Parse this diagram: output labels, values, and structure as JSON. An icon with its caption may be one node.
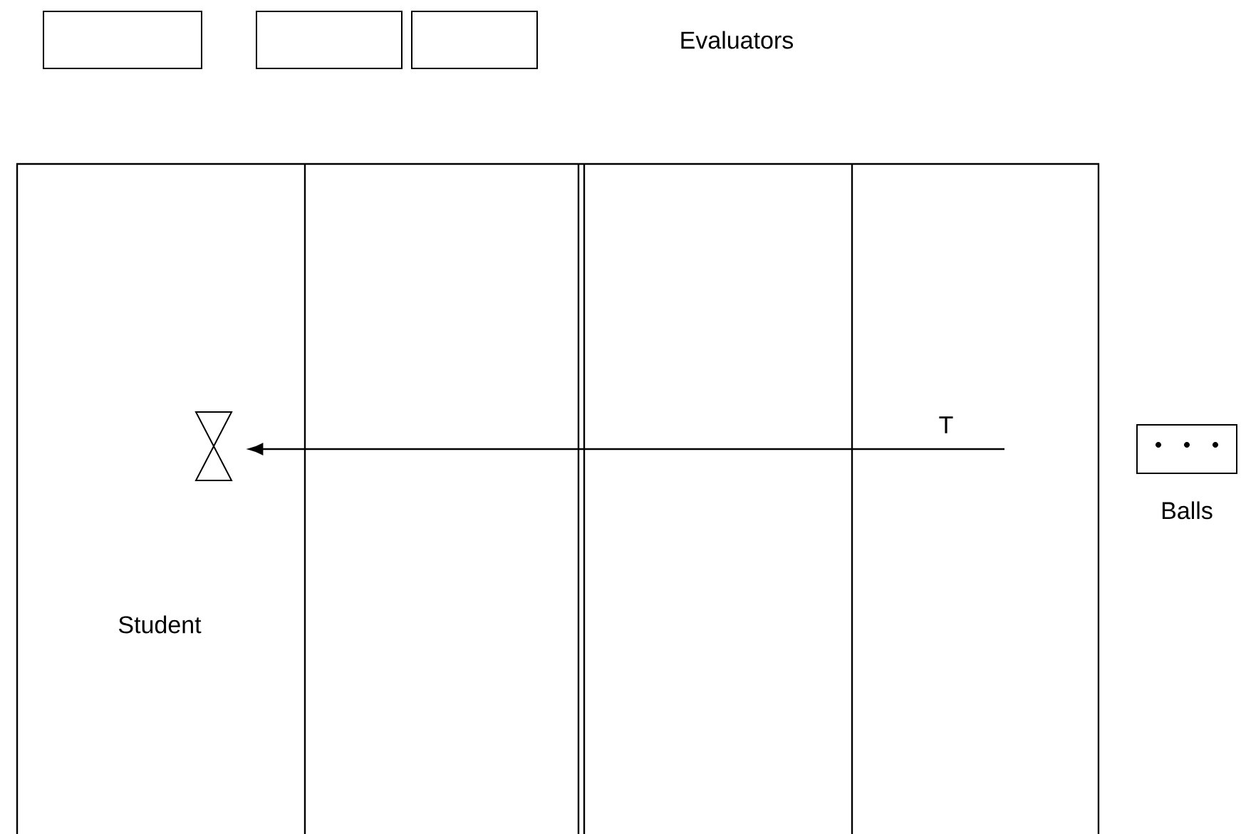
{
  "diagram": {
    "nodes": [
      {
        "text": [],
        "shape": "box"
      },
      {
        "text": [],
        "shape": "box"
      },
      {
        "text": [],
        "shape": "box"
      },
      {
        "text": [],
        "shape": "hourglass"
      },
      {
        "text": [
          "Balls"
        ]
      }
    ],
    "edges": [
      {
        "from": null,
        "to": 3,
        "arrow": "to",
        "label": "T"
      }
    ],
    "labels": [
      "Evaluators",
      "Student"
    ]
  }
}
